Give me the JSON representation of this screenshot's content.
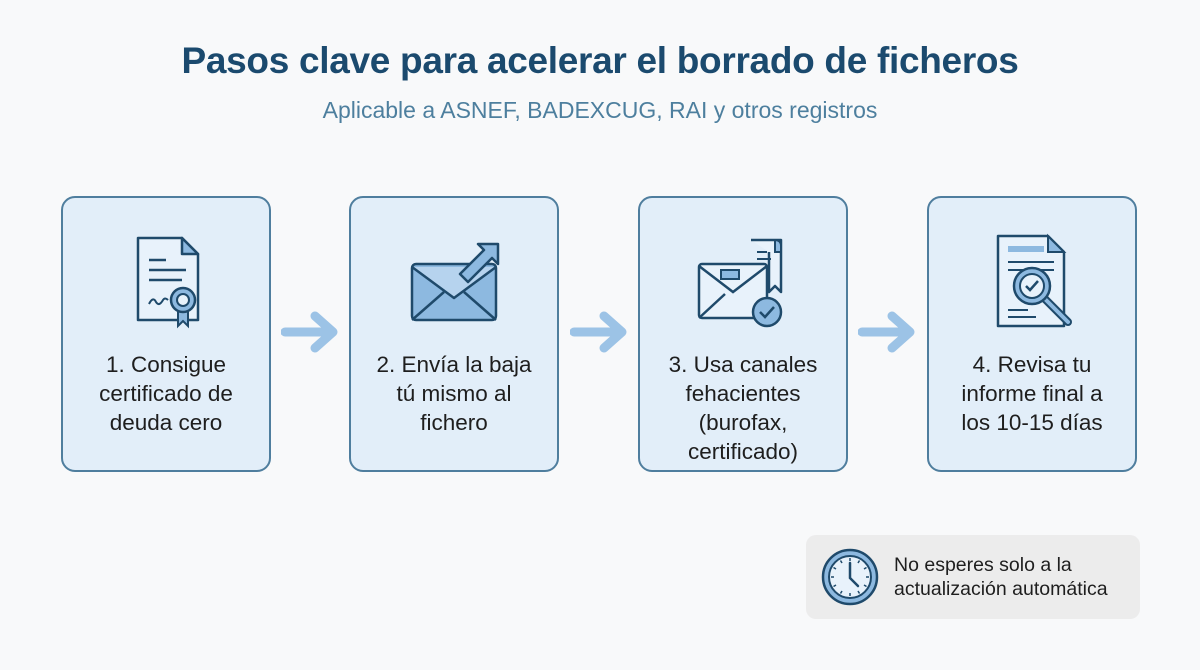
{
  "header": {
    "title": "Pasos clave para acelerar el borrado de ficheros",
    "subtitle": "Aplicable a ASNEF, BADEXCUG, RAI y otros registros"
  },
  "steps": [
    {
      "icon": "certificate-document-icon",
      "line1": "1. Consigue",
      "line2": "certificado de",
      "line3": "deuda cero"
    },
    {
      "icon": "envelope-send-icon",
      "line1": "2. Envía la baja",
      "line2": "tú mismo al",
      "line3": "fichero"
    },
    {
      "icon": "certified-mail-icon",
      "line1": "3. Usa canales",
      "line2": "fehacientes",
      "line3": "(burofax,",
      "line4": "certificado)"
    },
    {
      "icon": "report-magnifier-icon",
      "line1": "4. Revisa tu",
      "line2": "informe final a",
      "line3": "los 10-15 días"
    }
  ],
  "note": {
    "icon": "clock-icon",
    "line1": "No esperes solo a la",
    "line2": "actualización automática"
  },
  "colors": {
    "title": "#1b4a6e",
    "subtitle": "#4d7f9e",
    "card_bg": "#e2eef9",
    "card_border": "#4f7e9e",
    "icon_stroke": "#1f4a6b",
    "icon_fill": "#8db9e0",
    "arrow": "#9cc3e6",
    "note_bg": "#ececec"
  }
}
